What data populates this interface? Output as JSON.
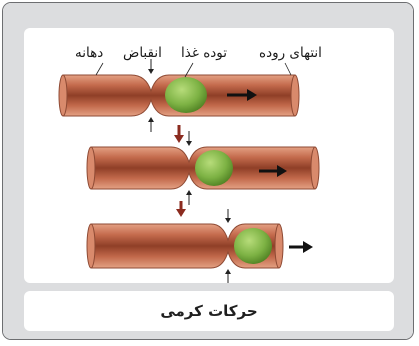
{
  "labels": {
    "intestine_end": "انتهای روده",
    "food_mass": "توده غذا",
    "contraction": "انقباض",
    "entrance": "دهانه"
  },
  "caption": "حرکات کرمی",
  "colors": {
    "tube_outer": "#c97a5d",
    "tube_inner": "#9c4a30",
    "tube_highlight": "#e8b49a",
    "food": "#7db244",
    "arrow": "#8b2b1f"
  }
}
